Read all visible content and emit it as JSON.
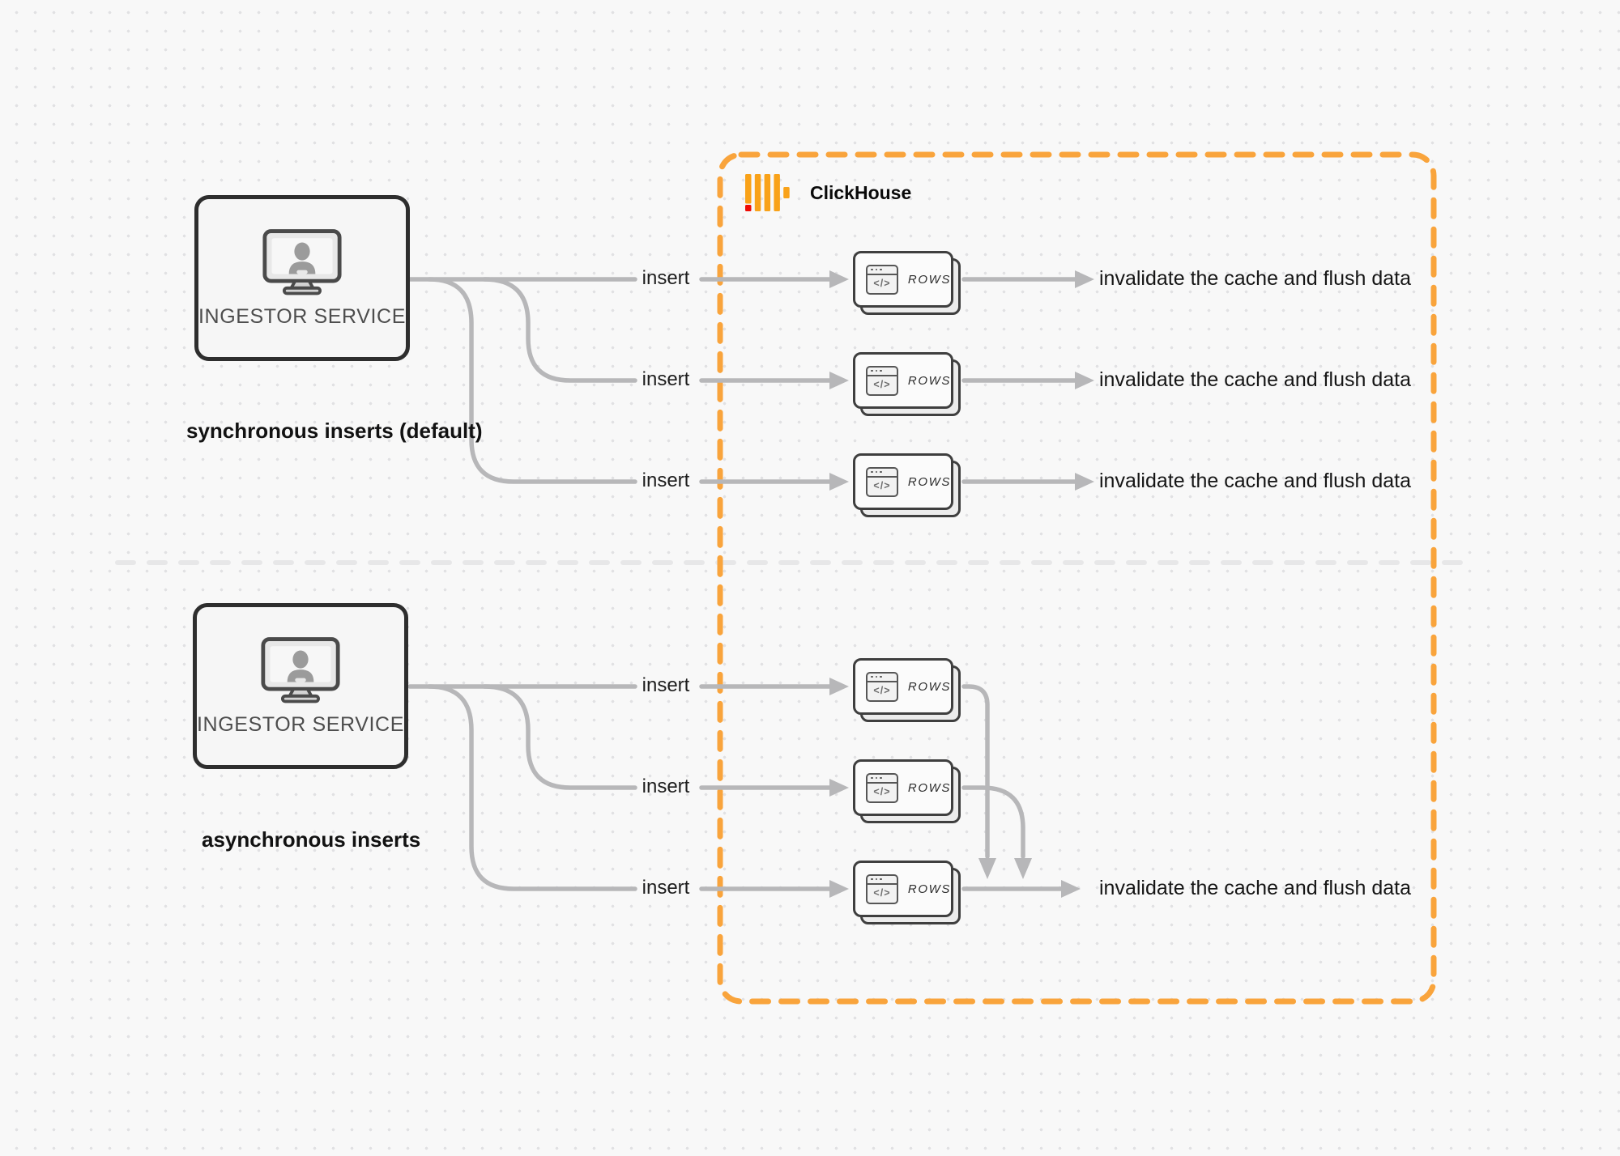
{
  "diagram": {
    "clickhouse": {
      "label": "ClickHouse"
    },
    "sync": {
      "title": "synchronous inserts (default)",
      "service": "INGESTOR SERVICE",
      "rows": [
        {
          "insert": "insert",
          "card": "ROWS",
          "result": "invalidate the cache and flush data"
        },
        {
          "insert": "insert",
          "card": "ROWS",
          "result": "invalidate the cache and flush data"
        },
        {
          "insert": "insert",
          "card": "ROWS",
          "result": "invalidate the cache and flush data"
        }
      ]
    },
    "async": {
      "title": "asynchronous inserts",
      "service": "INGESTOR SERVICE",
      "rows": [
        {
          "insert": "insert",
          "card": "ROWS"
        },
        {
          "insert": "insert",
          "card": "ROWS"
        },
        {
          "insert": "insert",
          "card": "ROWS"
        }
      ],
      "result": "invalidate the cache and flush data"
    },
    "icons": {
      "code_glyph": "</>"
    },
    "colors": {
      "accent_orange": "#F9A43C",
      "logo_bar_orange": "#F9A219",
      "logo_red": "#EE0B04",
      "connector_gray": "#B7B7B9",
      "divider_gray": "#E7E7E8",
      "box_border": "#2E2E2E"
    }
  }
}
